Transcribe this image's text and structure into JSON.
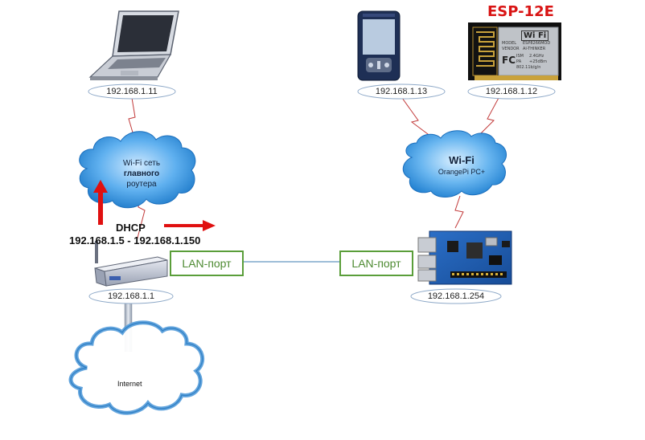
{
  "diagram": {
    "laptop_ip": "192.168.1.11",
    "pda_ip": "192.168.1.13",
    "esp_ip": "192.168.1.12",
    "router_ip": "192.168.1.1",
    "orangepi_ip": "192.168.1.254",
    "esp_title": "ESP-12E",
    "wifi_main": {
      "line1": "Wi-Fi сеть",
      "line2": "главного",
      "line3": "роутера"
    },
    "wifi_opi": {
      "line1": "Wi-Fi",
      "line2": "OrangePi PC+"
    },
    "dhcp_title": "DHCP",
    "dhcp_range": "192.168.1.5 - 192.168.1.150",
    "lan_left": "LAN-порт",
    "lan_right": "LAN-порт",
    "internet": "Internet",
    "module_text": {
      "wifi": "Wi Fi",
      "model": "MODEL",
      "vendor": "VENDOR",
      "ism": "ISM",
      "pa": "PA",
      "fc": "FC",
      "chip": "ESP8266MOD",
      "maker": "AI-THINKER",
      "band": "2.4GHz",
      "power": "+25dBm",
      "proto": "802.11b/g/n"
    },
    "colors": {
      "link": "#c23a3a",
      "cloud": "#1f7fd0",
      "lan_border": "#5a9e3a",
      "arrow": "#e01010",
      "ip_ellipse_border": "#8ea9c8"
    },
    "icons": [
      "laptop-icon",
      "pda-icon",
      "esp-module-icon",
      "router-icon",
      "orangepi-board-icon",
      "cloud-icon"
    ]
  }
}
